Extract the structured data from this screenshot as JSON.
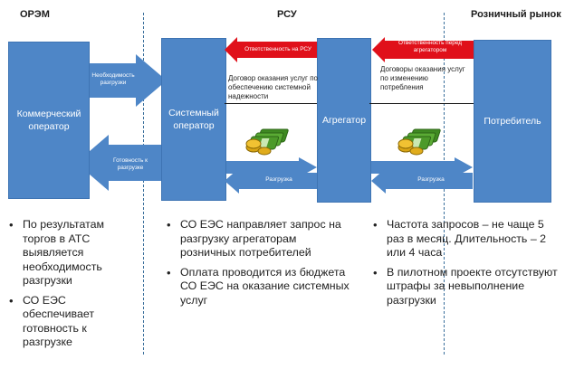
{
  "headers": {
    "orem": "ОРЭМ",
    "rsu": "РСУ",
    "retail": "Розничный рынок"
  },
  "boxes": {
    "commercial_operator": "Коммерческий оператор",
    "system_operator": "Системный оператор",
    "aggregator": "Агрегатор",
    "consumer": "Потребитель"
  },
  "arrows": {
    "need_unload": "Необходимость разгрузки",
    "ready_unload": "Готовность к разгрузке",
    "unload_1": "Разгрузка",
    "unload_2": "Разгрузка",
    "responsibility_rsu": "Ответственность на РСУ",
    "responsibility_aggr": "Ответственность перед агрегатором"
  },
  "notes": {
    "contract_system": "Договор оказания услуг по обеспечению системной надежности",
    "contract_consumption": "Договоры оказания услуг по изменению потребления"
  },
  "bullets": {
    "col1": [
      "По результатам торгов в АТС выявляется необходимость разгрузки",
      "СО ЕЭС обеспечивает готовность к разгрузке"
    ],
    "col2": [
      "СО ЕЭС направляет запрос на разгрузку агрегаторам розничных потребителей",
      "Оплата проводится из бюджета СО ЕЭС на оказание системных услуг"
    ],
    "col3": [
      "Частота запросов – не чаще 5 раз в месяц. Длительность – 2 или 4 часа",
      "В пилотном проекте отсутствуют штрафы за невыполнение разгрузки"
    ]
  },
  "colors": {
    "blue": "#4e86c7",
    "red": "#e0101a",
    "money_green": "#4c9a2a",
    "coin_gold": "#d9a514"
  },
  "icons": [
    "money-icon"
  ]
}
